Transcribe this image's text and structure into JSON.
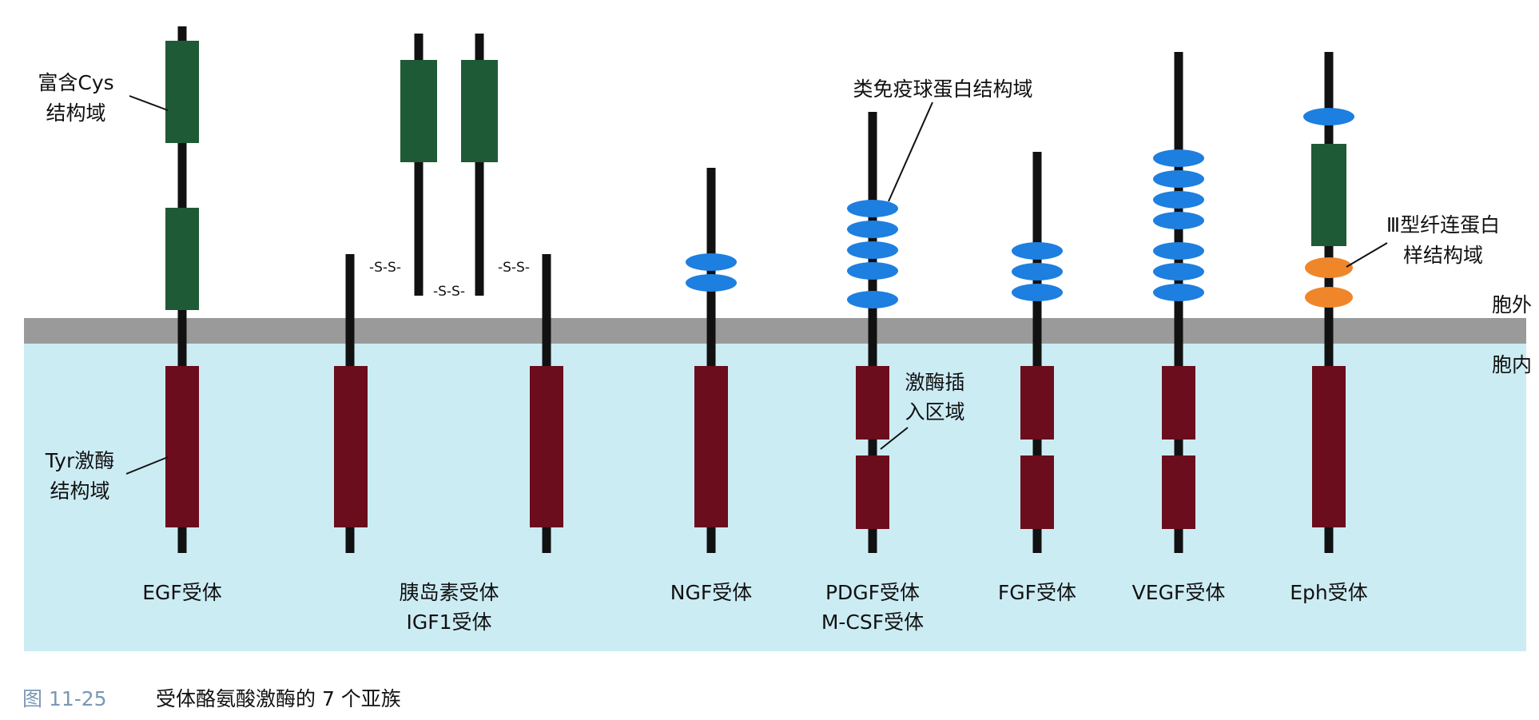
{
  "figure": {
    "caption_number": "图 11-25",
    "caption_text": "受体酪氨酸激酶的 7 个亚族"
  },
  "regions": {
    "extracellular": "胞外",
    "intracellular": "胞内"
  },
  "annotations": {
    "cys_domain": [
      "富含Cys",
      "结构域"
    ],
    "tyr_kinase_domain": [
      "Tyr激酶",
      "结构域"
    ],
    "ig_domain": "类免疫球蛋白结构域",
    "kinase_insert": [
      "激酶插",
      "入区域"
    ],
    "fn3_domain": [
      "Ⅲ型纤连蛋白",
      "样结构域"
    ],
    "disulfide": "-S-S-"
  },
  "receptors": [
    {
      "label": [
        "EGF受体"
      ]
    },
    {
      "label": [
        "胰岛素受体",
        "IGF1受体"
      ]
    },
    {
      "label": [
        "NGF受体"
      ]
    },
    {
      "label": [
        "PDGF受体",
        "M-CSF受体"
      ]
    },
    {
      "label": [
        "FGF受体"
      ]
    },
    {
      "label": [
        "VEGF受体"
      ]
    },
    {
      "label": [
        "Eph受体"
      ]
    }
  ],
  "colors": {
    "cys_domain": "#1f5a36",
    "kinase_domain": "#6b0d1c",
    "ig_domain": "#1d7fe0",
    "fn3_domain": "#f0862a",
    "membrane": "#9a9a9a",
    "cytoplasm": "#ccecf4",
    "stalk": "#111111"
  }
}
